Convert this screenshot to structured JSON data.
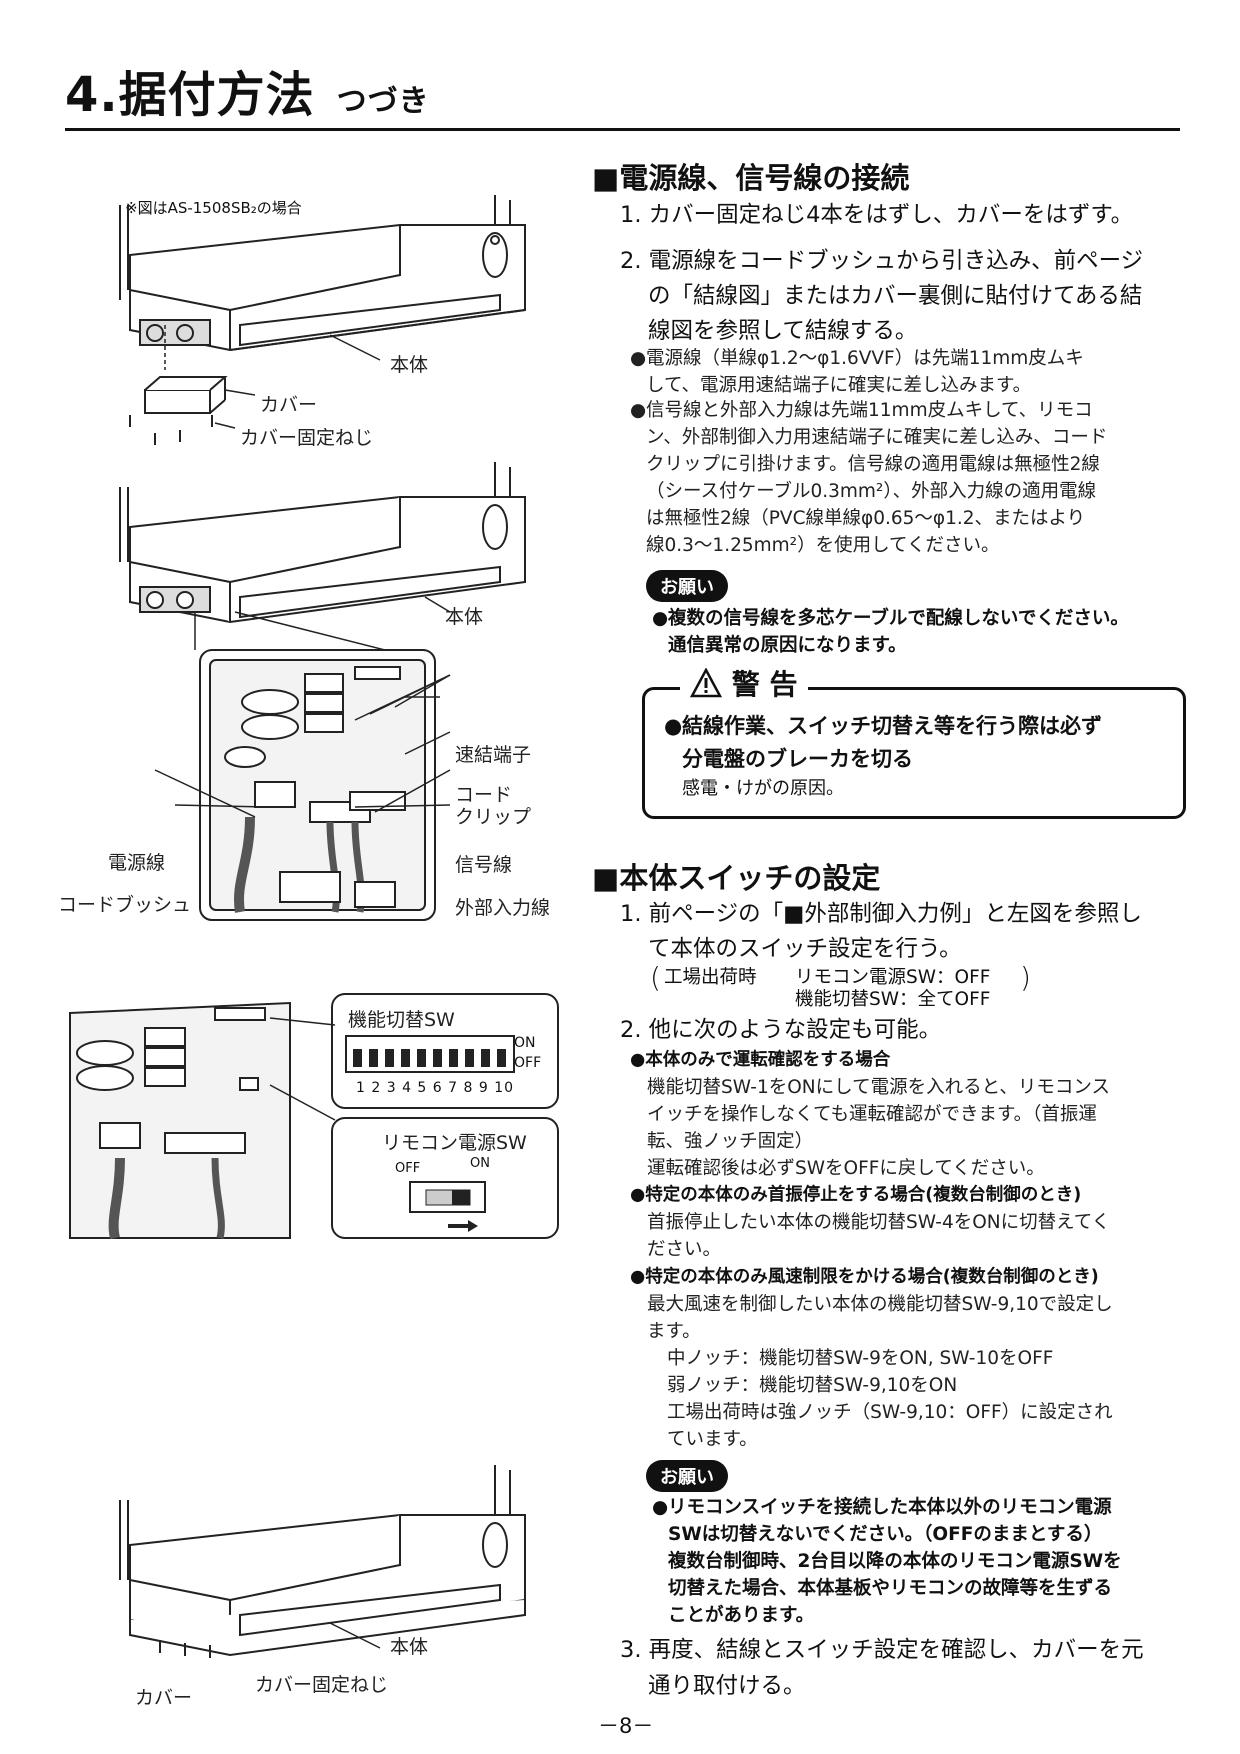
{
  "header": {
    "title": "4.据付方法",
    "subtitle": "つづき"
  },
  "left": {
    "note": "※図はAS-1508SB₂の場合",
    "fig1": {
      "body": "本体",
      "cover": "カバー",
      "screw": "カバー固定ねじ"
    },
    "fig2": {
      "body": "本体",
      "terminal": "速結端子",
      "clip": "コード\nクリップ",
      "power": "電源線",
      "signal": "信号線",
      "bush": "コードブッシュ",
      "external": "外部入力線"
    },
    "fig3": {
      "func_sw": "機能切替SW",
      "on": "ON",
      "off": "OFF",
      "numbers": "1 2 3 4 5 6 7 8 9 10",
      "remote_sw": "リモコン電源SW",
      "r_off": "OFF",
      "r_on": "ON"
    },
    "fig4": {
      "body": "本体",
      "cover": "カバー",
      "screw": "カバー固定ねじ"
    }
  },
  "s1": {
    "heading": "■電源線、信号線の接続",
    "step1": "1. カバー固定ねじ4本をはずし、カバーをはずす。",
    "step2a": "2. 電源線をコードブッシュから引き込み、前ページ",
    "step2b": "の「結線図」またはカバー裏側に貼付けてある結",
    "step2c": "線図を参照して結線する。",
    "b1": [
      "電源線（単線φ1.2～φ1.6VVF）は先端11mm皮ムキ",
      "して、電源用速結端子に確実に差し込みます。"
    ],
    "b2": [
      "信号線と外部入力線は先端11mm皮ムキして、リモコ",
      "ン、外部制御入力用速結端子に確実に差し込み、コード",
      "クリップに引掛けます。信号線の適用電線は無極性2線",
      "（シース付ケーブル0.3mm²）、外部入力線の適用電線",
      "は無極性2線（PVC線単線φ0.65～φ1.2、またはより",
      "線0.3～1.25mm²）を使用してください。"
    ],
    "pill": "お願い",
    "req": [
      "複数の信号線を多芯ケーブルで配線しないでください。",
      "通信異常の原因になります。"
    ],
    "warn_title": "警 告",
    "warn": [
      "結線作業、スイッチ切替え等を行う際は必ず",
      "分電盤のブレーカを切る"
    ],
    "warn_note": "感電・けがの原因。"
  },
  "s2": {
    "heading": "■本体スイッチの設定",
    "step1a": "1. 前ページの「■外部制御入力例」と左図を参照し",
    "step1b": "て本体のスイッチ設定を行う。",
    "factory_label": "工場出荷時",
    "factory_1": "リモコン電源SW：OFF",
    "factory_2": "機能切替SW：全てOFF",
    "step2": "2. 他に次のような設定も可能。",
    "c1_head": "本体のみで運転確認をする場合",
    "c1": [
      "機能切替SW-1をONにして電源を入れると、リモコンス",
      "イッチを操作しなくても運転確認ができます。（首振運",
      "転、強ノッチ固定）",
      "運転確認後は必ずSWをOFFに戻してください。"
    ],
    "c2_head": "特定の本体のみ首振停止をする場合(複数台制御のとき)",
    "c2": [
      "首振停止したい本体の機能切替SW-4をONに切替えてく",
      "ださい。"
    ],
    "c3_head": "特定の本体のみ風速制限をかける場合(複数台制御のとき)",
    "c3": [
      "最大風速を制御したい本体の機能切替SW-9,10で設定し",
      "ます。"
    ],
    "c3_sub": [
      "中ノッチ：機能切替SW-9をON, SW-10をOFF",
      "弱ノッチ：機能切替SW-9,10をON",
      "工場出荷時は強ノッチ（SW-9,10：OFF）に設定され",
      "ています。"
    ],
    "pill": "お願い",
    "req": [
      "リモコンスイッチを接続した本体以外のリモコン電源",
      "SWは切替えないでください。（OFFのままとする）",
      "複数台制御時、2台目以降の本体のリモコン電源SWを",
      "切替えた場合、本体基板やリモコンの故障等を生ずる",
      "ことがあります。"
    ],
    "step3a": "3. 再度、結線とスイッチ設定を確認し、カバーを元",
    "step3b": "通り取付ける。"
  },
  "page": "－8－"
}
